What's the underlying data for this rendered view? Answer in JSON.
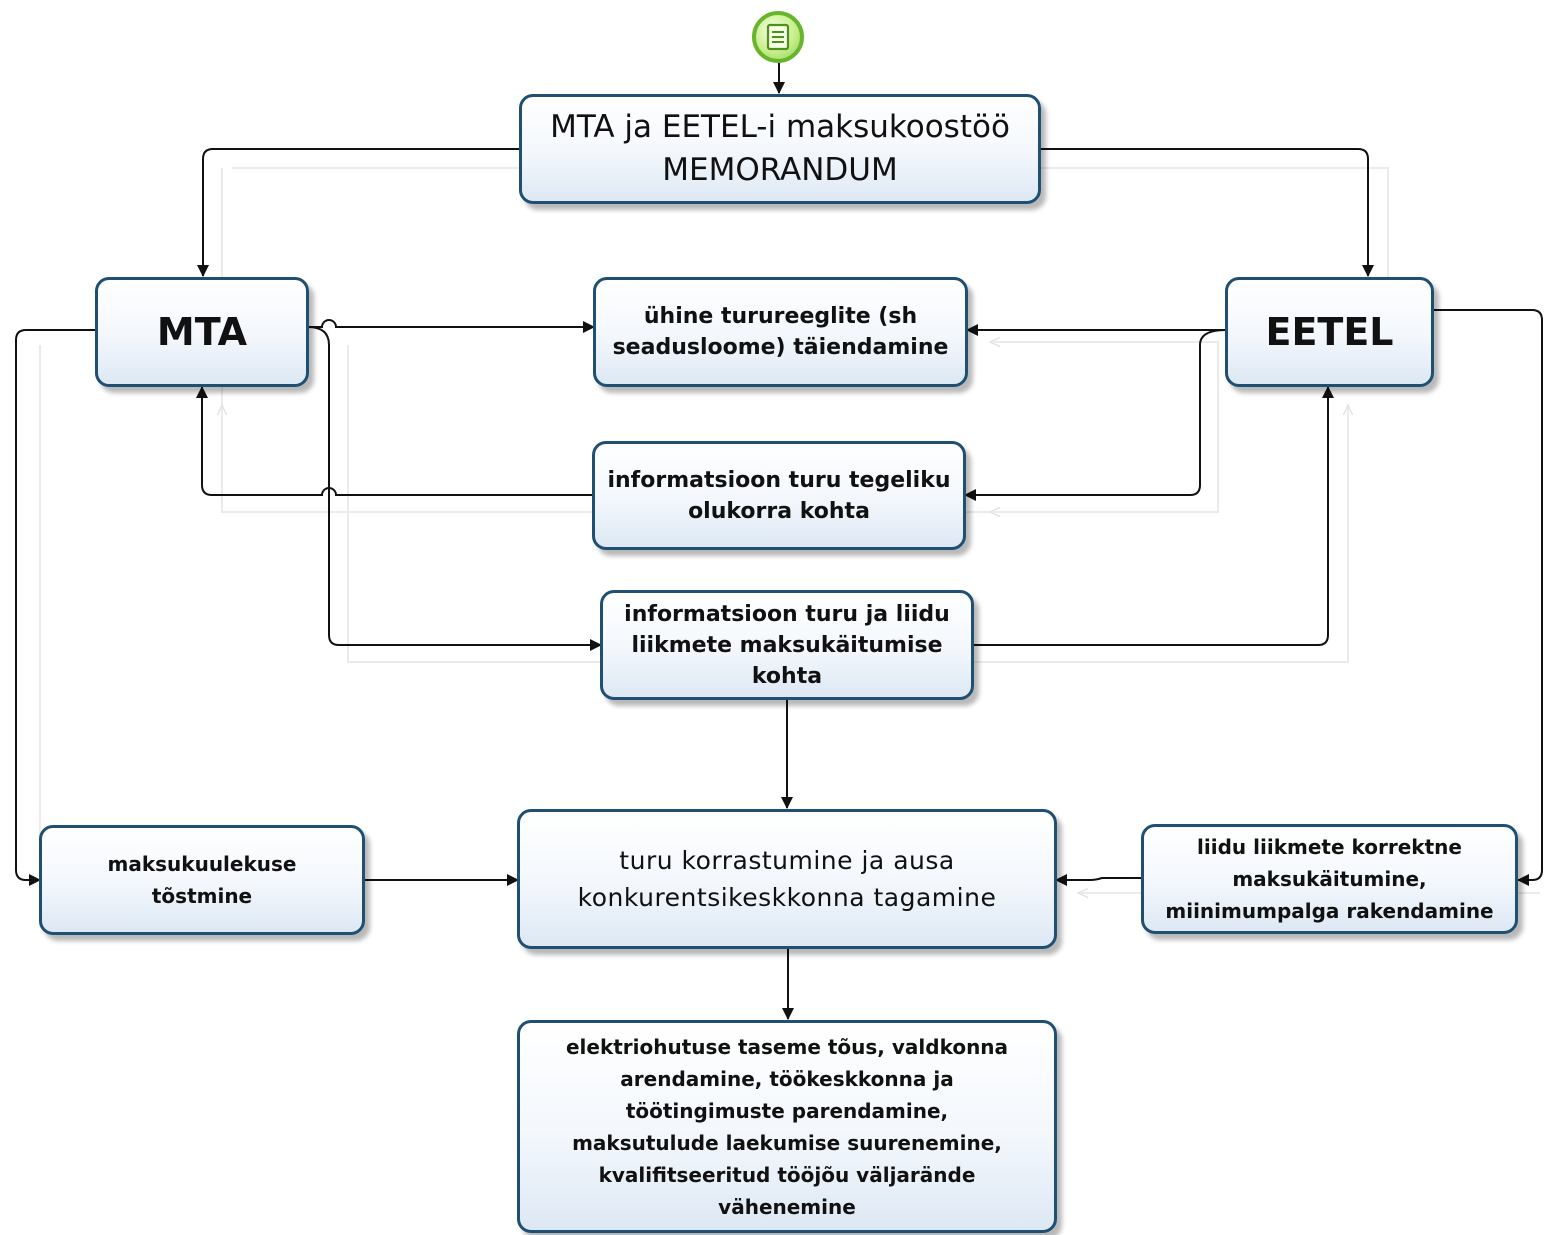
{
  "nodes": {
    "memorandum": "MTA ja EETEL-i maksukoostöö\nMEMORANDUM",
    "mta": "MTA",
    "eetel": "EETEL",
    "market_rules": "ühine turureeglite (sh\nseadusloome) täiendamine",
    "market_info": "informatsioon turu tegeliku\nolukorra kohta",
    "tax_behavior_info": "informatsioon turu ja liidu\nliikmete  maksukäitumise\nkohta",
    "tax_compliance": "maksukuulekuse\ntõstmine",
    "goal": "turu korrastumine ja ausa\nkonkurentsikeskkonna tagamine",
    "member_compliance": "liidu liikmete korrektne\nmaksukäitumine,\nmiinimumpalga rakendamine",
    "outcomes": "elektriohutuse taseme tõus, valdkonna\narendamine, töökeskkonna ja\ntöötingimuste parendamine,\nmaksutulude laekumise suurenemine,\nkvalifitseeritud tööjõu väljarände\nvähenemine"
  },
  "start_event": {
    "icon": "document-icon",
    "color": "#67b52c"
  },
  "colors": {
    "border": "#1f4f72",
    "connector": "#111111"
  }
}
